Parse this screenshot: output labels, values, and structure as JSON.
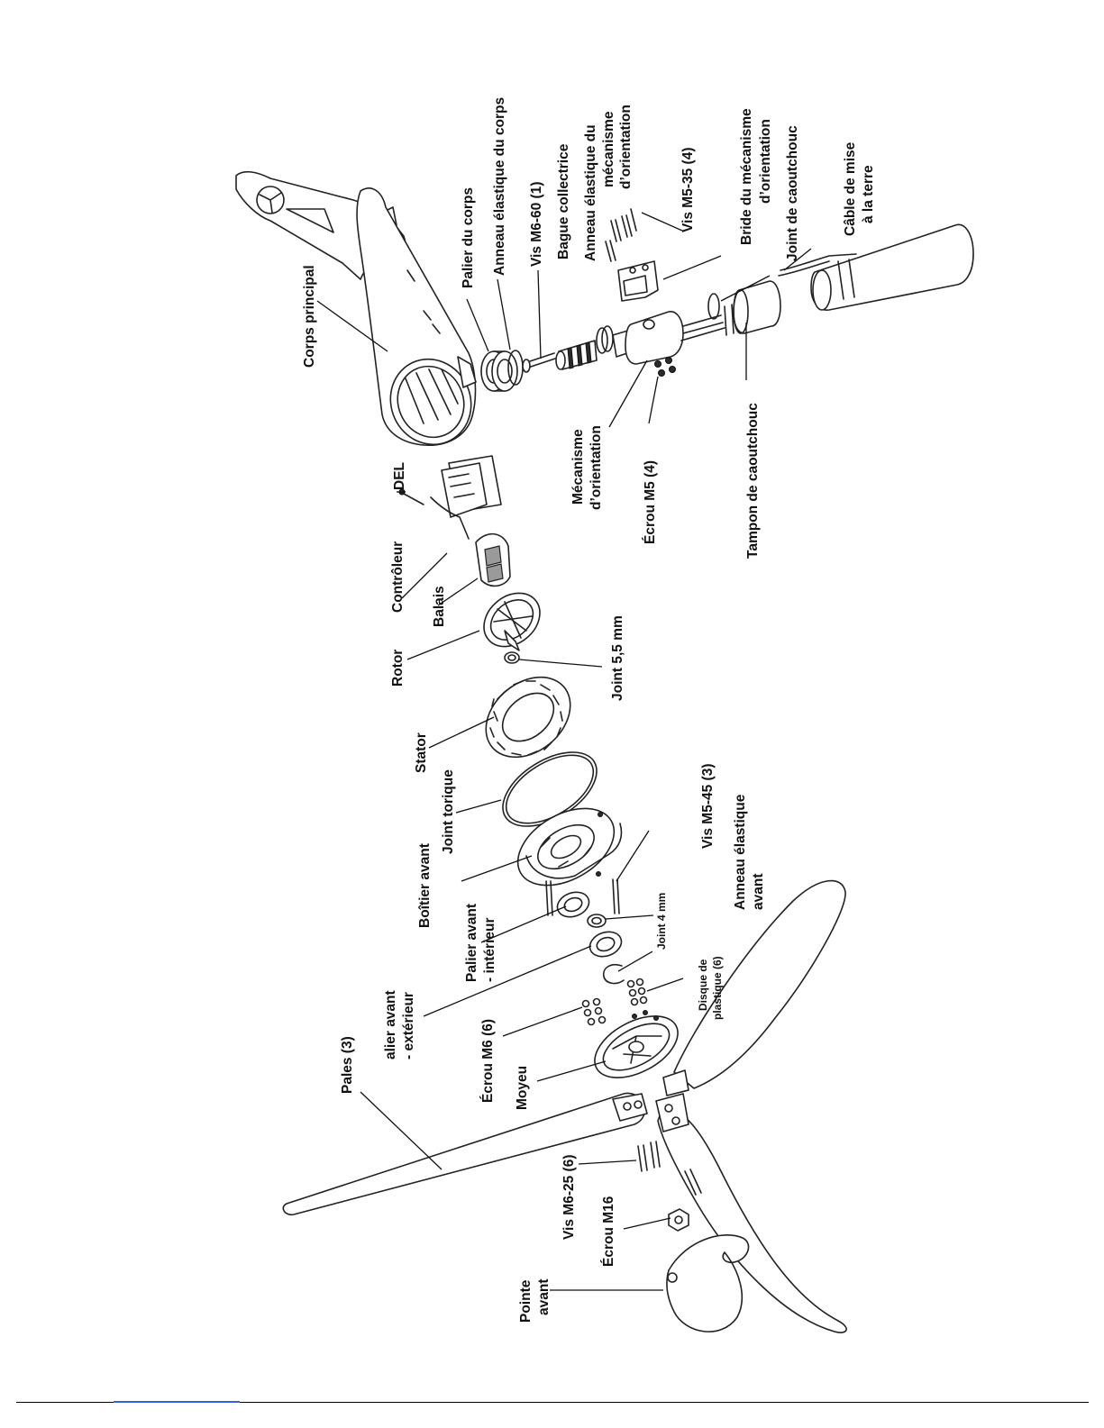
{
  "labels": {
    "corps_principal": "Corps principal",
    "palier_du_corps": "Palier du corps",
    "anneau_elastique_du_corps": "Anneau élastique du corps",
    "vis_m6_60": "Vis M6-60 (1)",
    "bague_collectrice": "Bague collectrice",
    "anneau_elastique_mecanisme": [
      "Anneau élastique du",
      "mécanisme",
      "d’orientation"
    ],
    "vis_m5_35": "Vis M5-35 (4)",
    "bride_mecanisme": [
      "Bride du mécanisme",
      "d’orientation"
    ],
    "joint_de_caoutchouc": "Joint de caoutchouc",
    "cable_de_mise_a_la_terre": [
      "Câble de mise",
      "à la terre"
    ],
    "del": "DEL",
    "mecanisme_orientation": [
      "Mécanisme",
      "d’orientation"
    ],
    "ecrou_m5": "Écrou M5 (4)",
    "tampon_de_caoutchouc": "Tampon de caoutchouc",
    "controleur": "Contrôleur",
    "balais": "Balais",
    "rotor": "Rotor",
    "joint_5_5_mm": "Joint 5,5 mm",
    "stator": "Stator",
    "joint_torique": "Joint torique",
    "boitier_avant": "Boîtier avant",
    "vis_m5_45": "Vis M5-45 (3)",
    "anneau_elastique_avant": [
      "Anneau élastique",
      "avant"
    ],
    "palier_avant_interieur": [
      "Palier avant",
      "- intérieur"
    ],
    "joint_4_mm": "Joint 4 mm",
    "palier_avant_exterieur": [
      "alier avant",
      "- extérieur"
    ],
    "disque_de_plastique": [
      "Disque de",
      "plastique (6)"
    ],
    "ecrou_m6": "Écrou M6 (6)",
    "moyeu": "Moyeu",
    "pales": "Pales (3)",
    "vis_m6_25": "Vis M6-25 (6)",
    "ecrou_m16": "Écrou M16",
    "pointe_avant": [
      "Pointe",
      "avant"
    ]
  }
}
